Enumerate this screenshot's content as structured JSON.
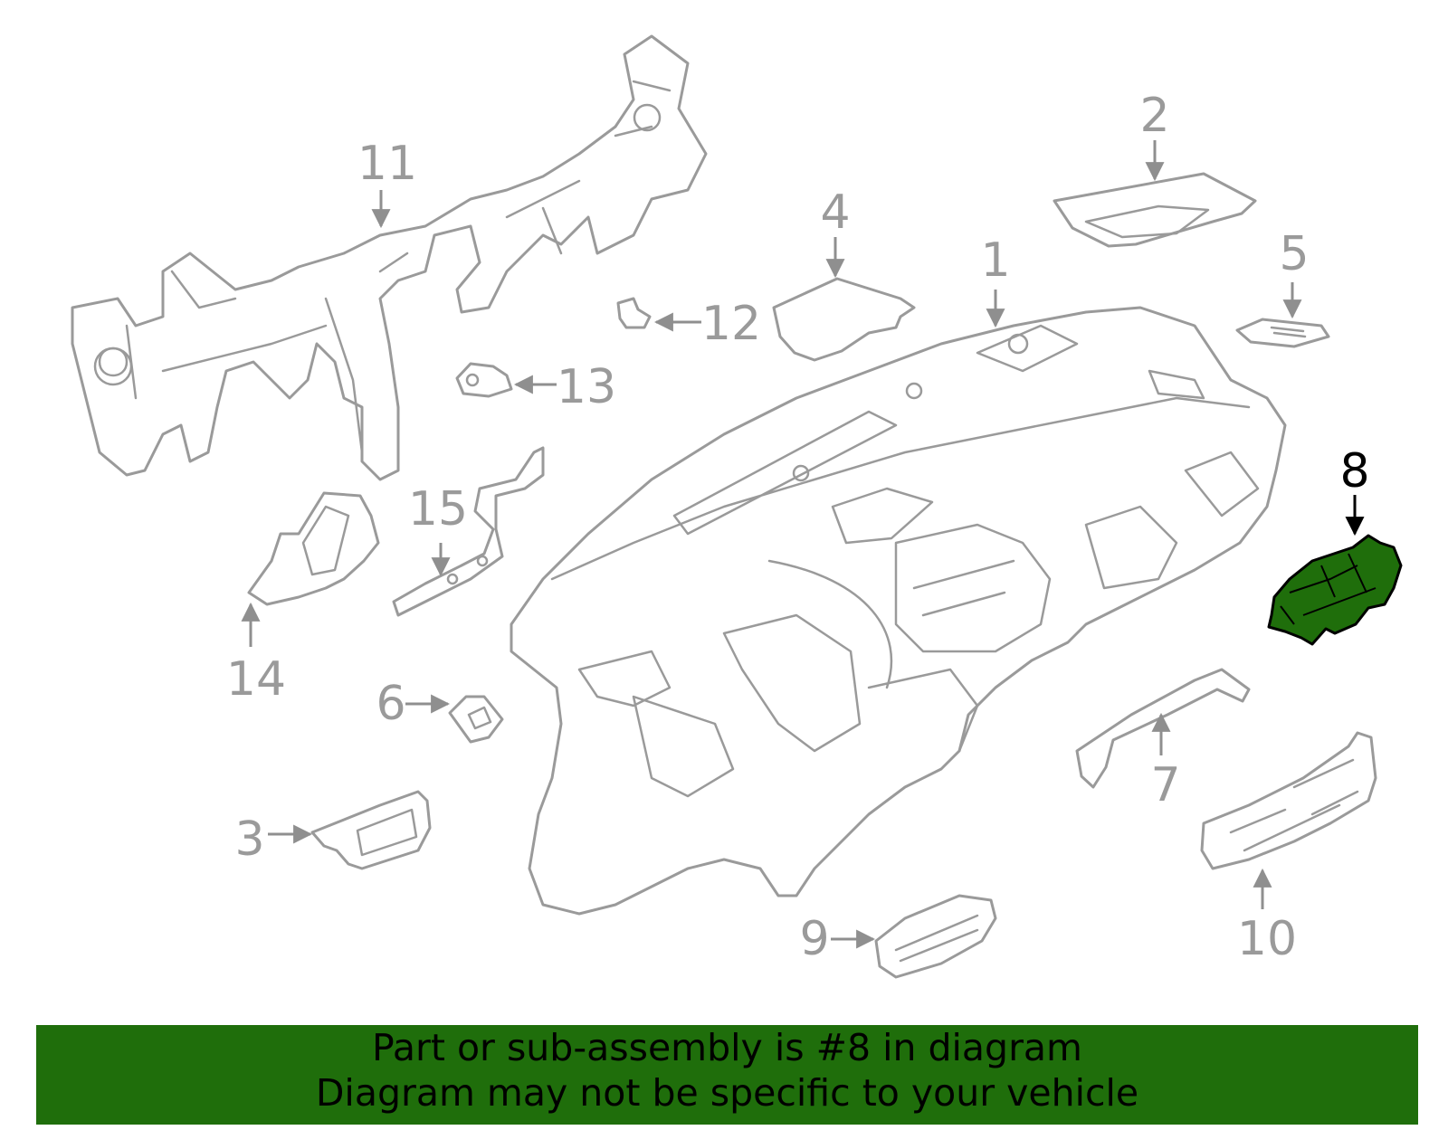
{
  "highlight_color": "#1f6e0b",
  "banner": {
    "color": "#1f6e0b",
    "line1": "Part or sub-assembly is #8 in diagram",
    "line2": "Diagram may not be specific to your vehicle"
  },
  "callouts": [
    {
      "id": "1",
      "label": "1"
    },
    {
      "id": "2",
      "label": "2"
    },
    {
      "id": "3",
      "label": "3"
    },
    {
      "id": "4",
      "label": "4"
    },
    {
      "id": "5",
      "label": "5"
    },
    {
      "id": "6",
      "label": "6"
    },
    {
      "id": "7",
      "label": "7"
    },
    {
      "id": "8",
      "label": "8",
      "highlighted": true
    },
    {
      "id": "9",
      "label": "9"
    },
    {
      "id": "10",
      "label": "10"
    },
    {
      "id": "11",
      "label": "11"
    },
    {
      "id": "12",
      "label": "12"
    },
    {
      "id": "13",
      "label": "13"
    },
    {
      "id": "14",
      "label": "14"
    },
    {
      "id": "15",
      "label": "15"
    }
  ]
}
